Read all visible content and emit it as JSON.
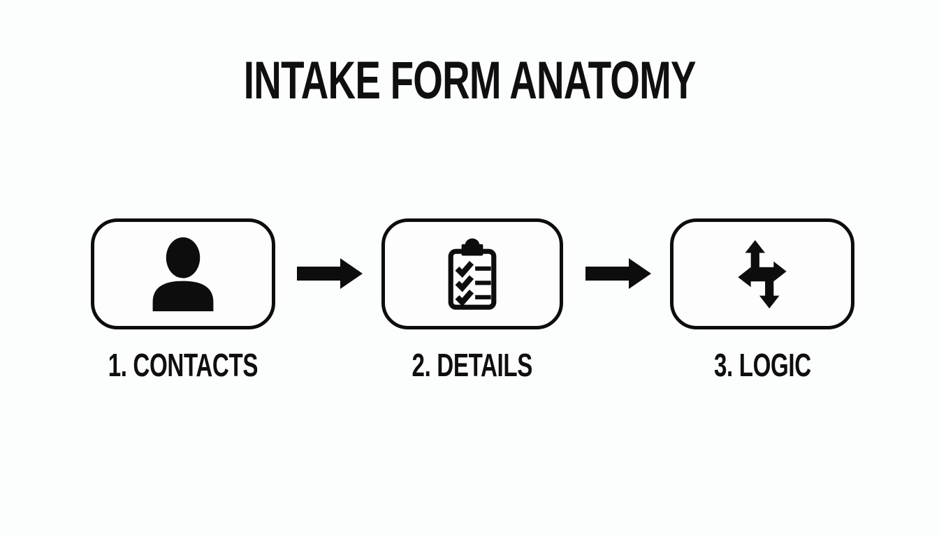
{
  "title": "INTAKE FORM ANATOMY",
  "steps": [
    {
      "label": "1. CONTACTS",
      "icon": "person-icon"
    },
    {
      "label": "2. DETAILS",
      "icon": "clipboard-checklist-icon"
    },
    {
      "label": "3. LOGIC",
      "icon": "branching-arrows-icon"
    }
  ],
  "connectors": [
    {
      "icon": "right-arrow-icon"
    },
    {
      "icon": "right-arrow-icon"
    }
  ],
  "colors": {
    "ink": "#0d0d0d",
    "background": "#fcfdfd"
  }
}
